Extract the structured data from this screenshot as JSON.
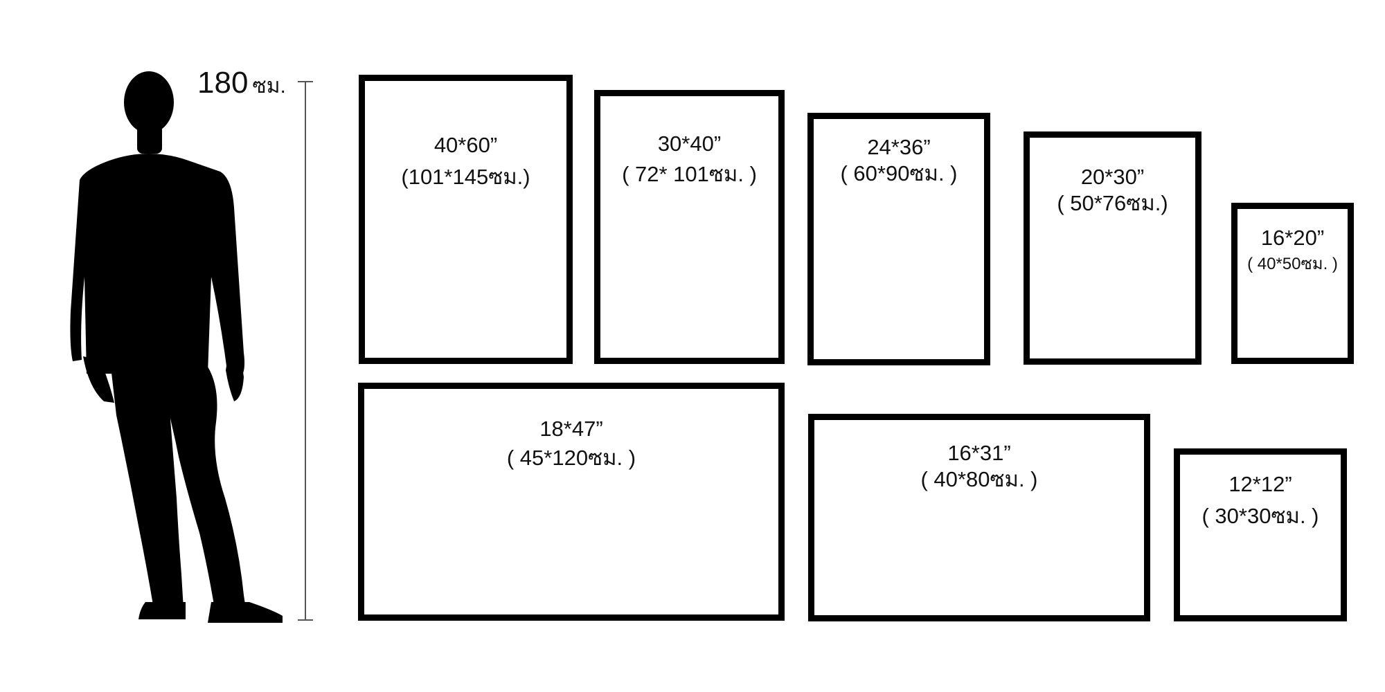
{
  "person": {
    "icon": "person-silhouette-icon",
    "height_value": "180",
    "height_unit": "ซม."
  },
  "frames": [
    {
      "inch": "40*60”",
      "cm": "(101*145ซม.)"
    },
    {
      "inch": "30*40”",
      "cm": "( 72* 101ซม. )"
    },
    {
      "inch": "24*36”",
      "cm": "( 60*90ซม. )"
    },
    {
      "inch": "20*30”",
      "cm": "( 50*76ซม.)"
    },
    {
      "inch": "16*20”",
      "cm": "( 40*50ซม. )"
    },
    {
      "inch": "18*47”",
      "cm": "( 45*120ซม. )"
    },
    {
      "inch": "16*31”",
      "cm": "( 40*80ซม. )"
    },
    {
      "inch": "12*12”",
      "cm": "( 30*30ซม. )"
    }
  ],
  "colors": {
    "frame_border": "#000000",
    "background": "#ffffff",
    "silhouette": "#000000",
    "scale_line": "#555555"
  }
}
